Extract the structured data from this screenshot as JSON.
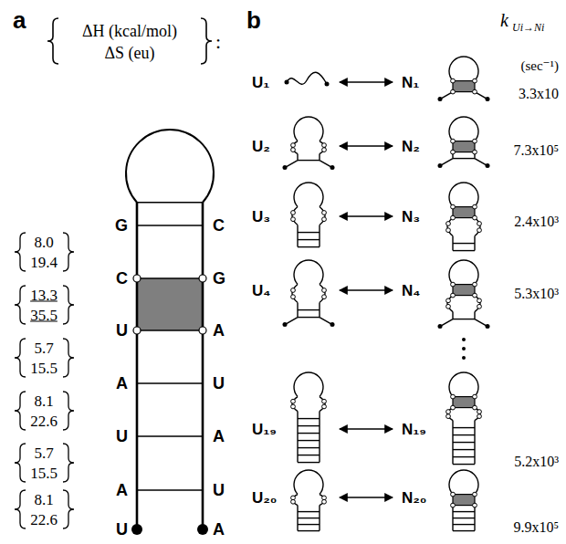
{
  "diagram": {
    "labels": [
      "a",
      "ΔH (kcal/mol)",
      "ΔS (eu)",
      ":",
      "G",
      "C",
      "U",
      "A",
      "U",
      "A",
      "U",
      "C",
      "G",
      "A",
      "U",
      "A",
      "U",
      "A",
      "8.0",
      "19.4",
      "13.3",
      "35.5",
      "5.7",
      "15.5",
      "8.1",
      "22.6",
      "5.7",
      "15.5",
      "8.1",
      "22.6",
      "b",
      "k",
      "Ui→Ni",
      "(sec⁻¹)",
      "U₁",
      "N₁",
      "3.3x10",
      "U₂",
      "N₂",
      "7.3x10⁵",
      "U₃",
      "N₃",
      "2.4x10³",
      "U₄",
      "N₄",
      "5.3x10³",
      "U₁₉",
      "N₁₉",
      "5.2x10³",
      "U₂₀",
      "N₂₀",
      "9.9x10⁵"
    ]
  }
}
